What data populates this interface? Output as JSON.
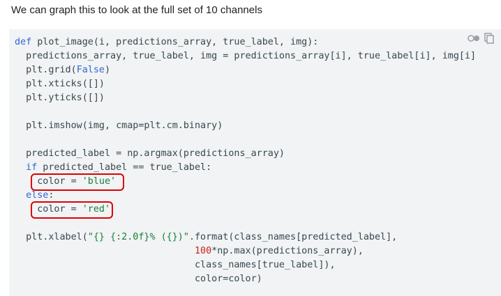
{
  "intro_text": "We can graph this to look at the full set of 10 channels",
  "toolbar": {
    "icons": [
      "dark-mode-toggle-icon",
      "copy-icon"
    ]
  },
  "code": {
    "language": "python",
    "lines": [
      {
        "kind": "def",
        "kw": "def",
        "rest": " plot_image(i, predictions_array, true_label, img):"
      },
      {
        "kind": "plain",
        "text": "  predictions_array, true_label, img = predictions_array[i], true_label[i], img[i]"
      },
      {
        "kind": "bool",
        "pre": "  plt.grid(",
        "val": "False",
        "post": ")"
      },
      {
        "kind": "plain",
        "text": "  plt.xticks([])"
      },
      {
        "kind": "plain",
        "text": "  plt.yticks([])"
      },
      {
        "kind": "plain",
        "text": ""
      },
      {
        "kind": "plain",
        "text": "  plt.imshow(img, cmap=plt.cm.binary)"
      },
      {
        "kind": "plain",
        "text": ""
      },
      {
        "kind": "plain",
        "text": "  predicted_label = np.argmax(predictions_array)"
      },
      {
        "kind": "if",
        "indent": "  ",
        "kw": "if",
        "rest": " predicted_label == true_label:"
      },
      {
        "kind": "str",
        "pre": "    color = ",
        "val": "'blue'",
        "post": ""
      },
      {
        "kind": "else",
        "indent": "  ",
        "kw": "else",
        "rest": ":"
      },
      {
        "kind": "str",
        "pre": "    color = ",
        "val": "'red'",
        "post": ""
      },
      {
        "kind": "plain",
        "text": ""
      },
      {
        "kind": "str",
        "pre": "  plt.xlabel(",
        "val": "\"{} {:2.0f}% ({})\"",
        "post": ".format(class_names[predicted_label],"
      },
      {
        "kind": "num",
        "pre": "                                ",
        "val": "100",
        "post": "*np.max(predictions_array),"
      },
      {
        "kind": "plain",
        "text": "                                class_names[true_label]),"
      },
      {
        "kind": "plain",
        "text": "                                color=color)"
      }
    ]
  },
  "highlights": [
    "color = 'blue'",
    "color = 'red'"
  ],
  "colors": {
    "code_bg": "#f1f3f4",
    "keyword": "#3367d6",
    "string": "#188038",
    "number": "#c5221f",
    "highlight_border": "#e00000"
  }
}
